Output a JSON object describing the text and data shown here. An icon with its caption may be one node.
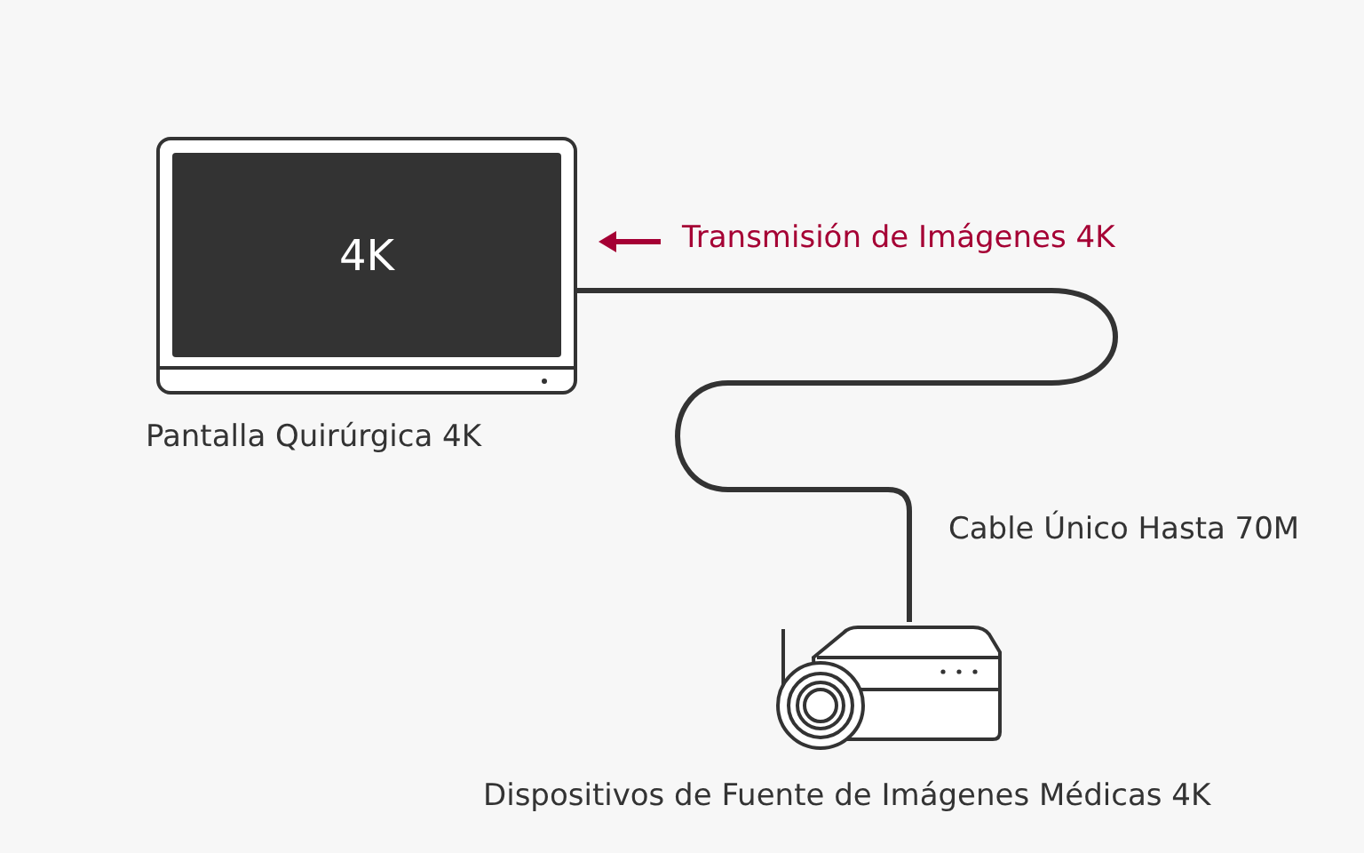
{
  "diagram": {
    "nodes": [
      {
        "text": [
          "4K"
        ],
        "beside": [
          "Pantalla Quirúrgica 4K"
        ]
      },
      {
        "text": [],
        "shape": "picture",
        "beside": [
          "Dispositivos de Fuente de Imágenes Médicas 4K"
        ]
      }
    ],
    "edges": [
      {
        "from": 1,
        "to": 0,
        "arrow": "none",
        "label": "Cable Único Hasta 70M"
      }
    ],
    "labels": [
      "Transmisión de Imágenes 4K"
    ]
  }
}
